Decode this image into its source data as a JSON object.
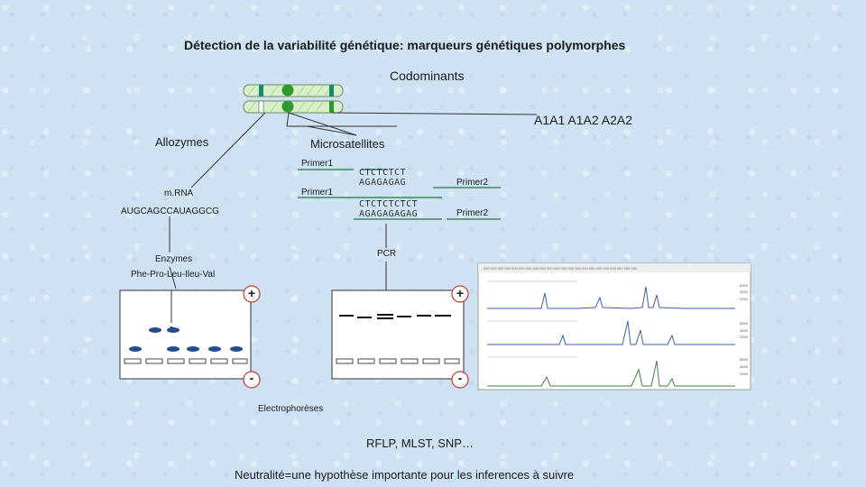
{
  "title": "Détection de la variabilité génétique: marqueurs génétiques polymorphes",
  "subtitle": "Codominants",
  "genotypes": "A1A1 A1A2 A2A2",
  "allozymes": "Allozymes",
  "microsatellites": "Microsatellites",
  "primer1_top": "Primer1",
  "primer1_bottom": "Primer1",
  "primer2_top": "Primer2",
  "primer2_bottom": "Primer2",
  "seq1_a": "CTCTCTCT",
  "seq1_b": "AGAGAGAG",
  "seq2_a": "CTCTCTCTCT",
  "seq2_b": "AGAGAGAGAG",
  "mrna": "m.RNA",
  "mrna_seq": "AUGCAGCCAUAGGCG",
  "pcr": "PCR",
  "enzymes": "Enzymes",
  "peptide": "Phe-Pro-Leu-Ileu-Val",
  "plus_1": "+",
  "minus_1": "-",
  "plus_2": "+",
  "minus_2": "-",
  "electrophoreses": "Electrophorèses",
  "other_markers": "RFLP, MLST, SNP…",
  "conclusion": "Neutralité=une hypothèse importante pour les inferences à suivre",
  "colors": {
    "chromosome_band": "#1a8a6a",
    "centromere": "#2e9a2e",
    "peak_blue": "#3a5fa8",
    "peak_green": "#3f7f3f"
  }
}
